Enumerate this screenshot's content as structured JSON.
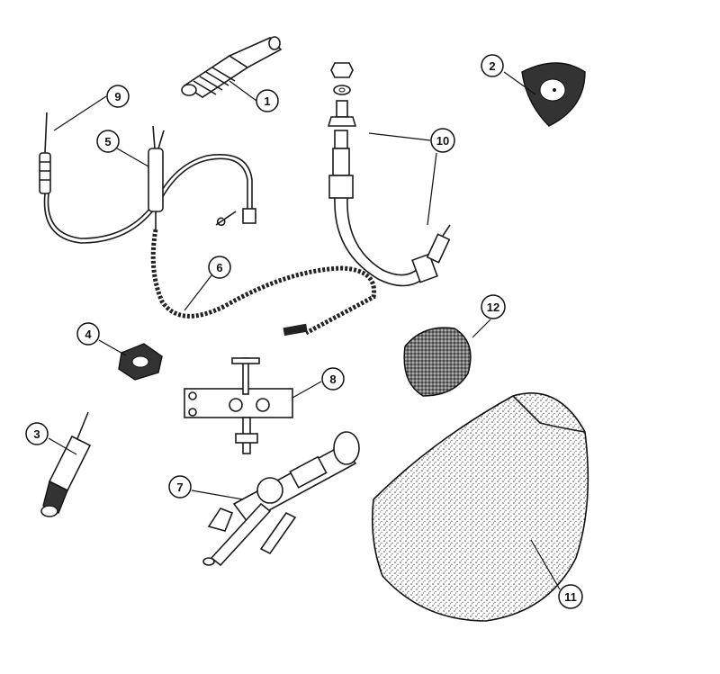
{
  "diagram": {
    "type": "exploded parts illustration",
    "callouts": [
      {
        "id": "1",
        "label": "1"
      },
      {
        "id": "2",
        "label": "2"
      },
      {
        "id": "3",
        "label": "3"
      },
      {
        "id": "4",
        "label": "4"
      },
      {
        "id": "5",
        "label": "5"
      },
      {
        "id": "6",
        "label": "6"
      },
      {
        "id": "7",
        "label": "7"
      },
      {
        "id": "8",
        "label": "8"
      },
      {
        "id": "9",
        "label": "9"
      },
      {
        "id": "10",
        "label": "10"
      },
      {
        "id": "11",
        "label": "11"
      },
      {
        "id": "12",
        "label": "12"
      }
    ]
  }
}
